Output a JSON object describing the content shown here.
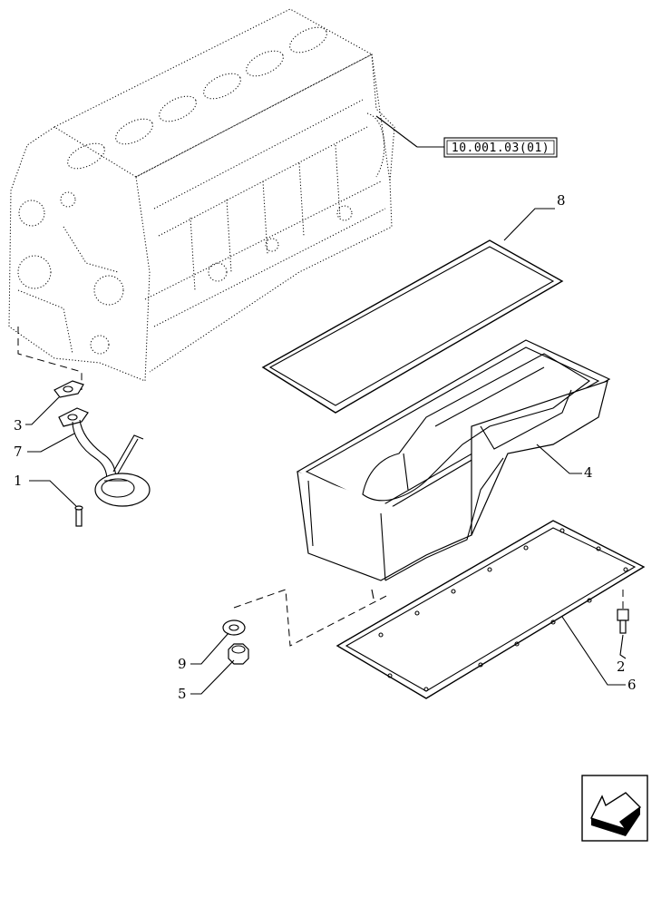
{
  "reference": {
    "label": "10.001.03(01)"
  },
  "callouts": {
    "c1": "1",
    "c2": "2",
    "c3": "3",
    "c4": "4",
    "c5": "5",
    "c6": "6",
    "c7": "7",
    "c8": "8",
    "c9": "9"
  },
  "nav_icon": {
    "name": "back-arrow-icon"
  }
}
